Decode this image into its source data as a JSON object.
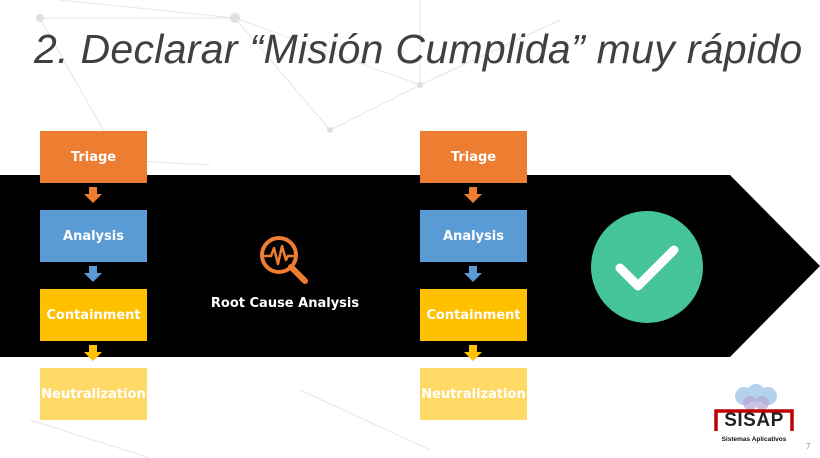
{
  "slide": {
    "title": "2. Declarar “Misión Cumplida” muy rápido",
    "page_number": "7"
  },
  "flow_left": {
    "steps": [
      "Triage",
      "Analysis",
      "Containment",
      "Neutralization"
    ]
  },
  "root_cause": {
    "label": "Root Cause Analysis",
    "icon": "magnifier-pulse-icon"
  },
  "flow_right": {
    "steps": [
      "Triage",
      "Analysis",
      "Containment",
      "Neutralization"
    ]
  },
  "completion": {
    "icon": "checkmark-icon"
  },
  "logo": {
    "name": "SISAP",
    "subtitle": "Sistemas Aplicativos"
  },
  "colors": {
    "triage": "#ED7D31",
    "analysis": "#5B9BD5",
    "containment": "#FFC000",
    "neutralization": "#FFD966",
    "check": "#45C49A",
    "band": "#000000",
    "logo_red": "#C00000"
  }
}
